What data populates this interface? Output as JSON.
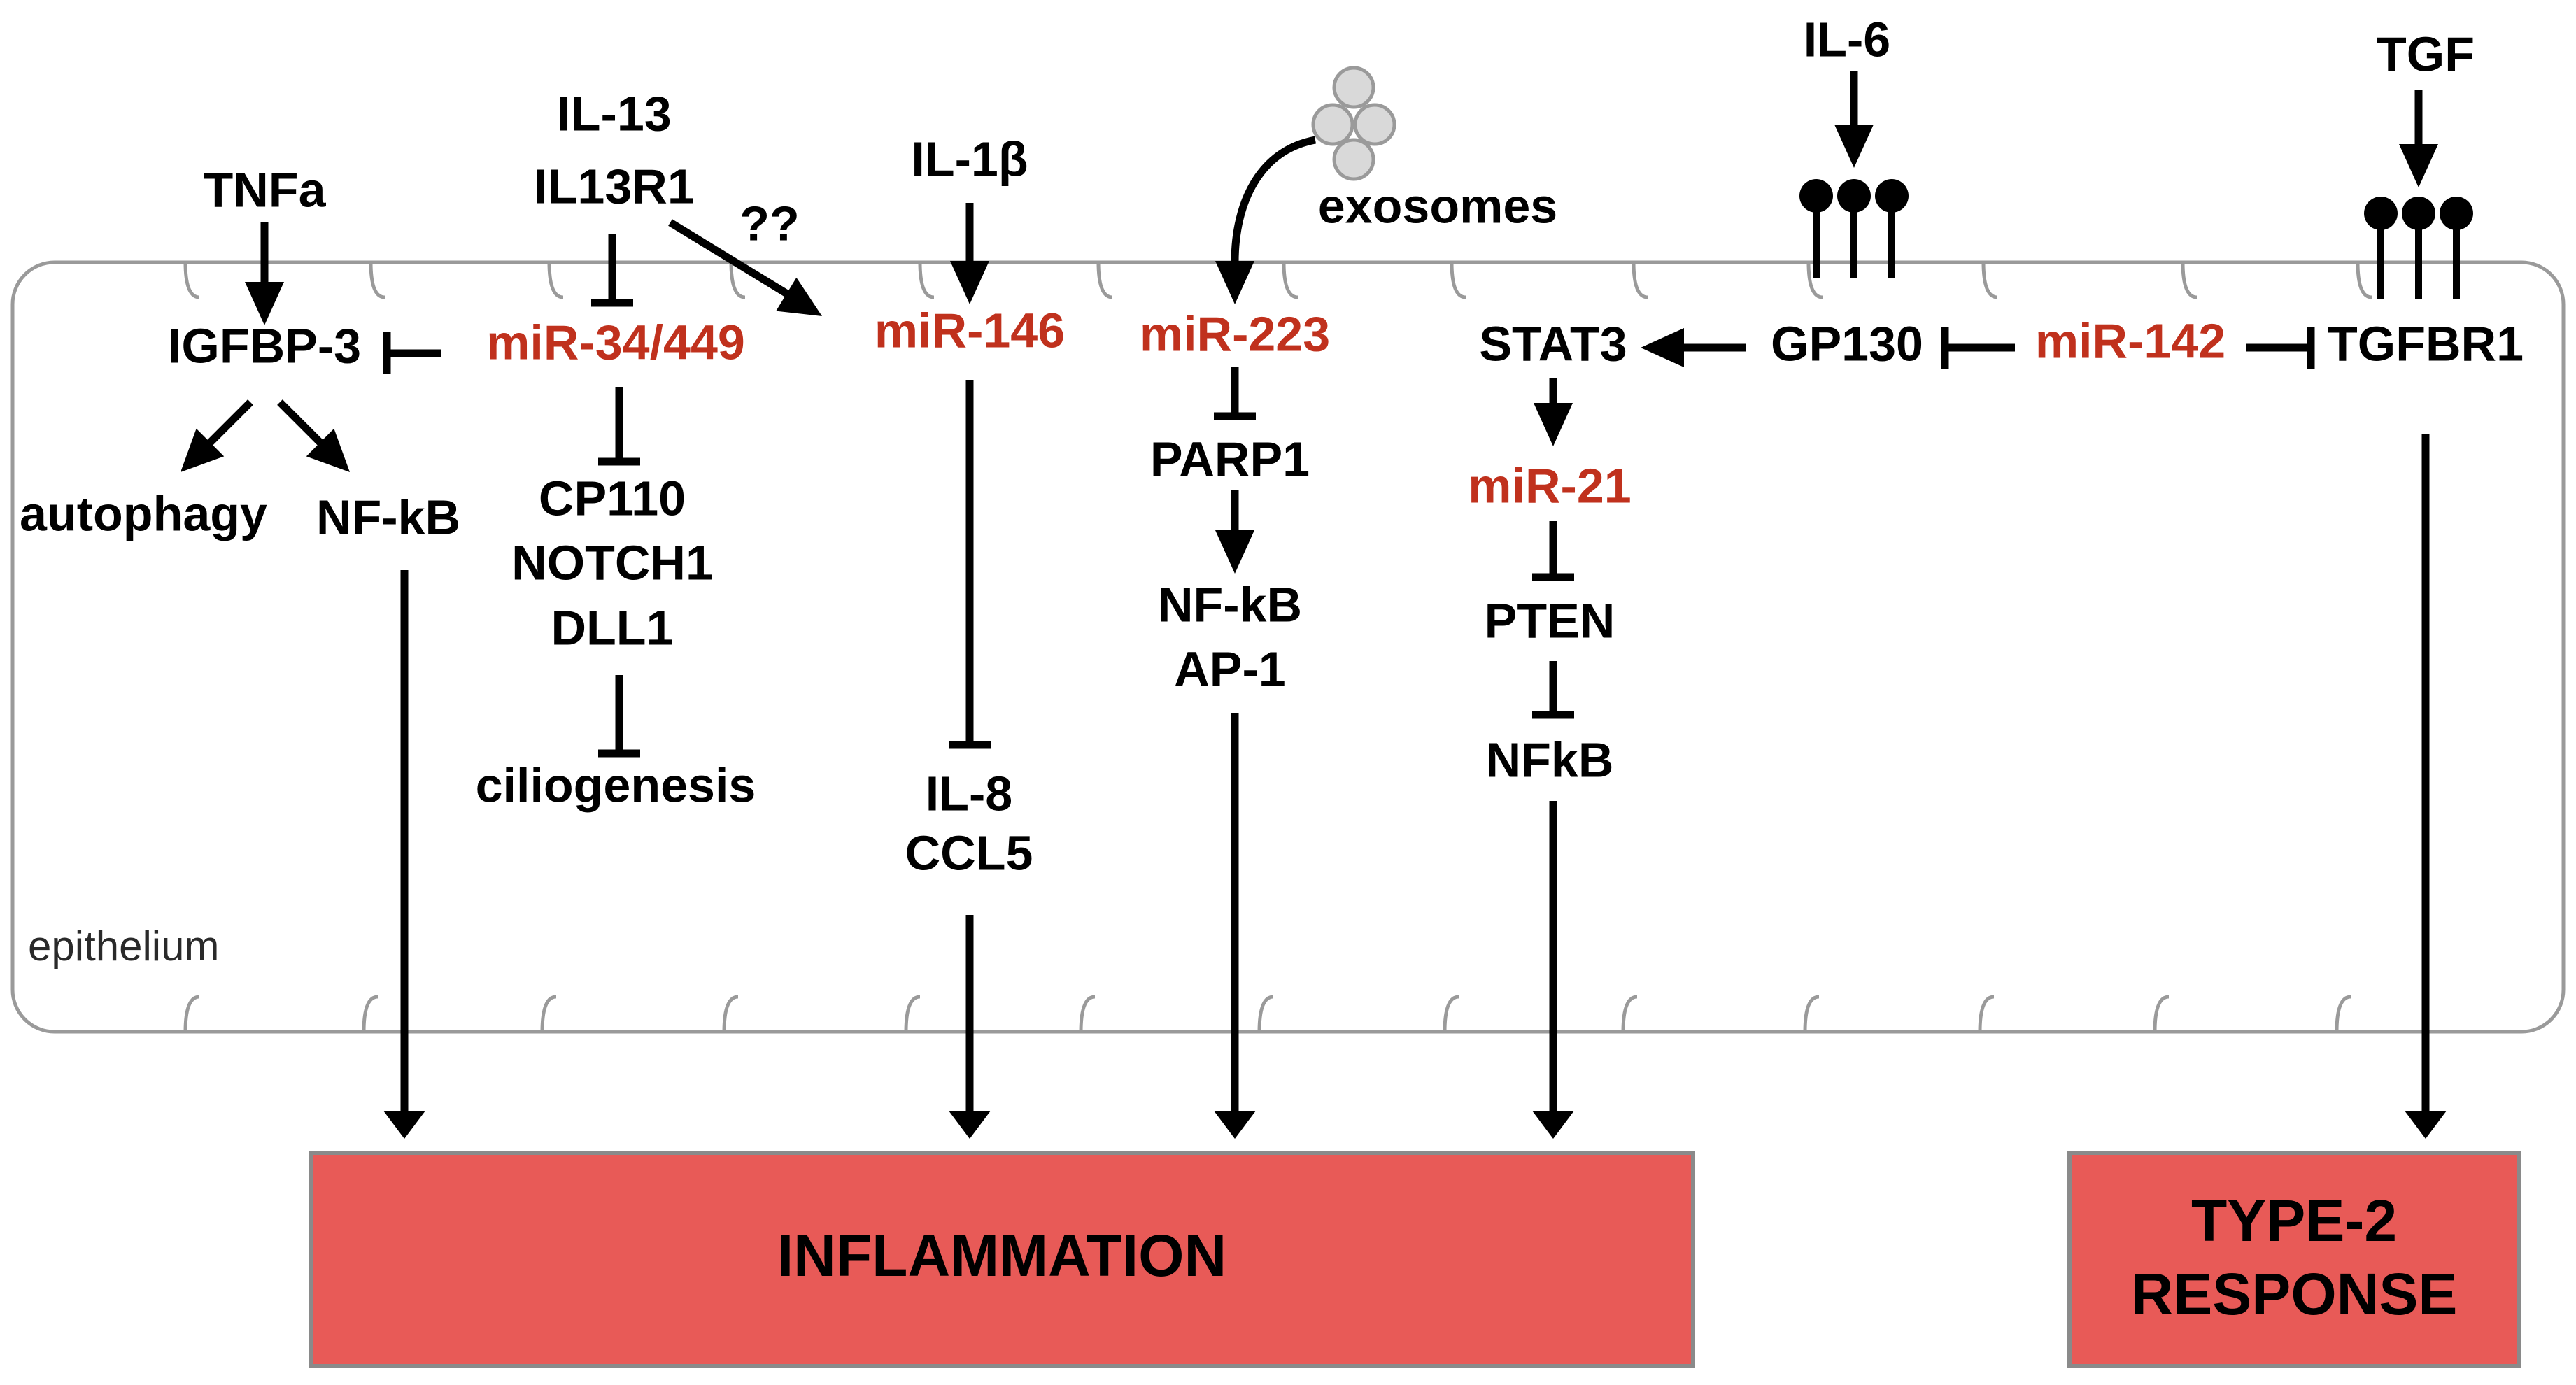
{
  "diagram": {
    "epithelium_label": "epithelium",
    "colors": {
      "mirna": "#c0311d",
      "box_fill": "#e85a57",
      "text": "#000000",
      "cell_outline": "#9a9a9a",
      "exosome_fill": "#d9d9d9"
    },
    "nodes": {
      "tnfa": "TNFa",
      "il13": "IL-13",
      "il13r1": "IL13R1",
      "unknown": "??",
      "il1b": "IL-1β",
      "exosomes": "exosomes",
      "il6": "IL-6",
      "tgf": "TGF",
      "igfbp3": "IGFBP-3",
      "mir34": "miR-34/449",
      "mir146": "miR-146",
      "mir223": "miR-223",
      "stat3": "STAT3",
      "gp130": "GP130",
      "mir142": "miR-142",
      "tgfbr1": "TGFBR1",
      "autophagy": "autophagy",
      "nfkb1": "NF-kB",
      "cp110": "CP110",
      "notch1": "NOTCH1",
      "dll1": "DLL1",
      "ciliogenesis": "ciliogenesis",
      "parp1": "PARP1",
      "nfkb2": "NF-kB",
      "ap1": "AP-1",
      "mir21": "miR-21",
      "pten": "PTEN",
      "nfkb3": "NFkB",
      "il8": "IL-8",
      "ccl5": "CCL5"
    },
    "outcomes": {
      "inflammation": "INFLAMMATION",
      "type2_line1": "TYPE-2",
      "type2_line2": "RESPONSE"
    }
  }
}
